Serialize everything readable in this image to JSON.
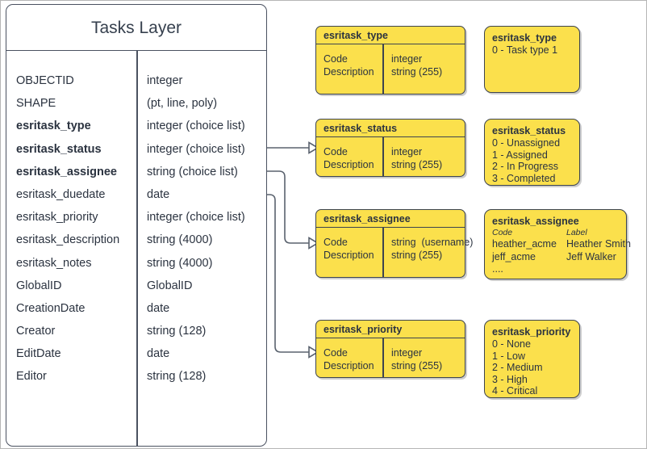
{
  "layer": {
    "title": "Tasks Layer",
    "fields": [
      {
        "name": "OBJECTID",
        "type": "integer",
        "key": false
      },
      {
        "name": "SHAPE",
        "type": "(pt, line, poly)",
        "key": false
      },
      {
        "name": "esritask_type",
        "type": "integer (choice list)",
        "key": true
      },
      {
        "name": "esritask_status",
        "type": "integer (choice list)",
        "key": true
      },
      {
        "name": "esritask_assignee",
        "type": "string (choice list)",
        "key": true
      },
      {
        "name": "esritask_duedate",
        "type": "date",
        "key": false
      },
      {
        "name": "esritask_priority",
        "type": "integer (choice list)",
        "key": false
      },
      {
        "name": "esritask_description",
        "type": "string (4000)",
        "key": false
      },
      {
        "name": "esritask_notes",
        "type": "string (4000)",
        "key": false
      },
      {
        "name": "GlobalID",
        "type": "GlobalID",
        "key": false
      },
      {
        "name": "CreationDate",
        "type": "date",
        "key": false
      },
      {
        "name": "Creator",
        "type": "string (128)",
        "key": false
      },
      {
        "name": "EditDate",
        "type": "date",
        "key": false
      },
      {
        "name": "Editor",
        "type": "string (128)",
        "key": false
      }
    ]
  },
  "domain_tables": [
    {
      "id": "type",
      "header": "esritask_type",
      "left": "Code\nDescription",
      "right": "integer\nstring (255)"
    },
    {
      "id": "status",
      "header": "esritask_status",
      "left": "Code\nDescription",
      "right": "integer\nstring (255)"
    },
    {
      "id": "assignee",
      "header": "esritask_assignee",
      "left": "Code\nDescription",
      "right": "string  (username)\nstring (255)"
    },
    {
      "id": "priority",
      "header": "esritask_priority",
      "left": "Code\nDescription",
      "right": "integer\nstring (255)"
    }
  ],
  "value_lists": {
    "type": {
      "title": "esritask_type",
      "values": [
        "0 - Task type 1"
      ]
    },
    "status": {
      "title": "esritask_status",
      "values": [
        "0 - Unassigned",
        "1 - Assigned",
        "2 - In Progress",
        "3 - Completed"
      ]
    },
    "assignee": {
      "title": "esritask_assignee",
      "col_code": "Code",
      "col_label": "Label",
      "pairs": [
        {
          "code": "heather_acme",
          "label": "Heather Smith"
        },
        {
          "code": "jeff_acme",
          "label": "Jeff Walker"
        }
      ],
      "more": "...."
    },
    "priority": {
      "title": "esritask_priority",
      "values": [
        "0 - None",
        "1 - Low",
        "2 - Medium",
        "3 - High",
        "4 - Critical"
      ]
    }
  },
  "colors": {
    "domain_fill": "#FBE04C",
    "stroke": "#3D444F",
    "text": "#2B3340",
    "canvas_border": "#B6B6B6"
  }
}
